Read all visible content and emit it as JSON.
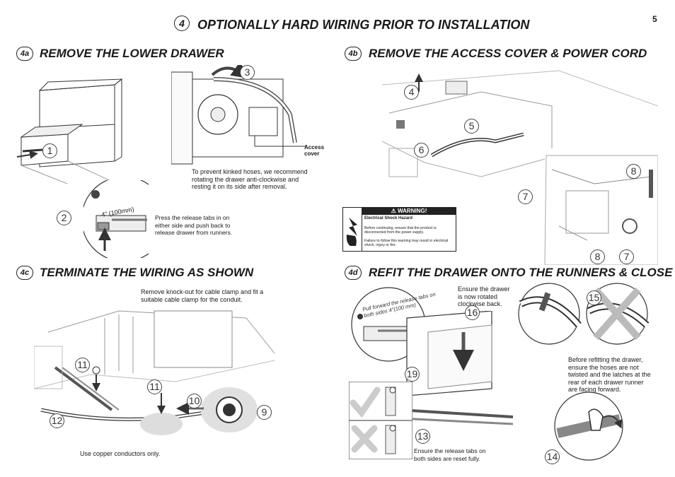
{
  "page_number": "5",
  "main": {
    "step": "4",
    "title": "OPTIONALLY HARD WIRING PRIOR TO INSTALLATION"
  },
  "s4a": {
    "badge": "4a",
    "title": "REMOVE THE LOWER DRAWER",
    "rotate_note": "To prevent kinked hoses, we recommend rotating the drawer anti-clockwise and resting it on its side after removal.",
    "access_cover": "Access cover",
    "release_note": "Press the release tabs in on either side and push back to release drawer from runners.",
    "measure": "4\" (100mm)",
    "num1": "1",
    "num2": "2",
    "num3": "3"
  },
  "s4b": {
    "badge": "4b",
    "title": "REMOVE THE ACCESS COVER & POWER CORD",
    "nums": [
      "4",
      "5",
      "6",
      "7",
      "8",
      "8",
      "7"
    ],
    "warning": {
      "label": "WARNING!",
      "hazard": "Electrical Shock Hazard",
      "line1": "Before continuing, ensure that the product is disconnected from the power supply.",
      "line2": "Failure to follow this warning may result in electrical shock, injury or fire."
    }
  },
  "s4c": {
    "badge": "4c",
    "title": "TERMINATE THE WIRING AS SHOWN",
    "note_top": "Remove knock-out for cable clamp and fit a suitable cable clamp for the conduit.",
    "note_bottom": "Use copper conductors only.",
    "nums": [
      "11",
      "11",
      "10",
      "9",
      "12"
    ]
  },
  "s4d": {
    "badge": "4d",
    "title": "REFIT THE DRAWER ONTO THE RUNNERS & CLOSE",
    "pull_note": "Pull forward the release tabs on both sides 4\"(100 mm)",
    "rotated_note": "Ensure the drawer is now rotated clockwise back.",
    "hoses_note": "Before refitting the drawer, ensure the hoses are not twisted and the latches at the rear of each drawer runner are facing forward.",
    "reset_note": "Ensure the release tabs on both sides are reset fully.",
    "nums": [
      "15",
      "16",
      "19",
      "13",
      "14"
    ]
  }
}
